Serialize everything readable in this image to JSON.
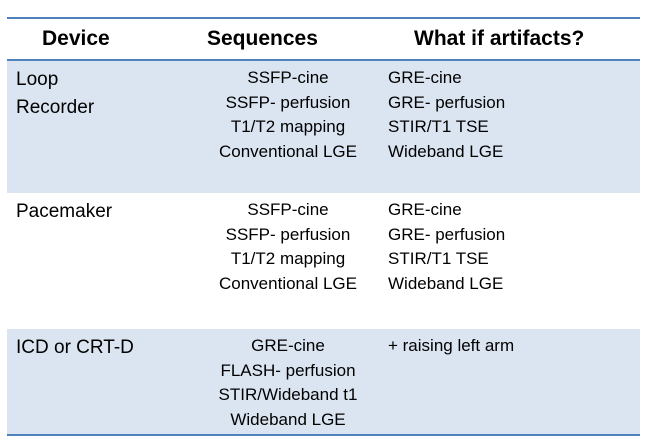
{
  "table": {
    "headers": {
      "device": "Device",
      "sequences": "Sequences",
      "what_if": "What if artifacts?"
    },
    "rows": [
      {
        "device_lines": [
          "Loop",
          "Recorder"
        ],
        "sequences": [
          "SSFP-cine",
          "SSFP- perfusion",
          "T1/T2 mapping",
          "Conventional LGE"
        ],
        "what_if": [
          "GRE-cine",
          "GRE- perfusion",
          "STIR/T1 TSE",
          "Wideband LGE"
        ]
      },
      {
        "device_lines": [
          "Pacemaker"
        ],
        "sequences": [
          "SSFP-cine",
          "SSFP- perfusion",
          "T1/T2 mapping",
          "Conventional LGE"
        ],
        "what_if": [
          "GRE-cine",
          "GRE- perfusion",
          "STIR/T1 TSE",
          "Wideband LGE"
        ]
      },
      {
        "device_lines": [
          "ICD or CRT-D"
        ],
        "sequences": [
          "GRE-cine",
          "FLASH- perfusion",
          "STIR/Wideband t1",
          "Wideband LGE"
        ],
        "what_if": [
          "+ raising left arm"
        ]
      }
    ]
  },
  "colors": {
    "rule": "#4f81bd",
    "band": "#dbe5f1",
    "text": "#000000"
  }
}
